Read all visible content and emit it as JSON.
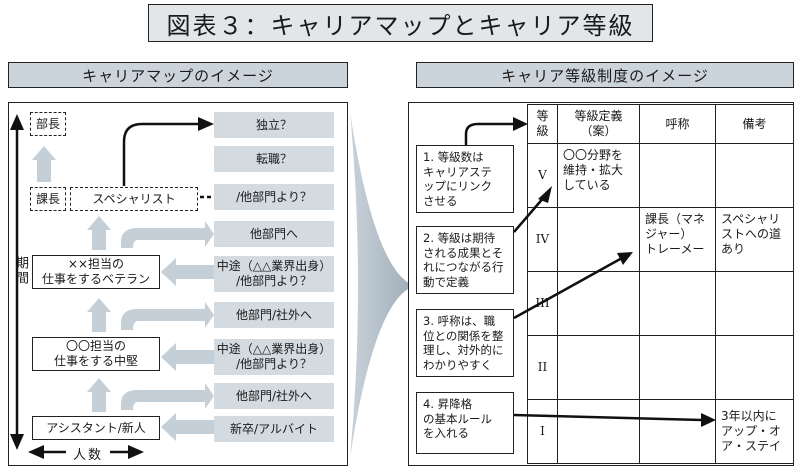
{
  "title": "図表３：キャリアマップとキャリア等級",
  "left": {
    "header": "キャリアマップのイメージ",
    "axis_period": "期間",
    "axis_people": "人数",
    "roles": [
      "部長",
      "課長",
      "スペシャリスト",
      "××担当の\n仕事をするベテラン",
      "〇〇担当の\n仕事をする中堅",
      "アシスタント/新人"
    ],
    "paths": [
      "独立？",
      "転職？",
      "/他部門より？",
      "他部門へ",
      "中途（△△業界出身）\n/他部門より？",
      "他部門/社外へ",
      "中途（△△業界出身）\n/他部門より？",
      "他部門/社外へ",
      "新卒/アルバイト"
    ]
  },
  "right": {
    "header": "キャリア等級制度のイメージ",
    "notes": [
      "1. 等級数は\nキャリアステ\nップにリンク\nさせる",
      "2. 等級は期待\nされる成果とそ\nれにつながる行\n動で定義",
      "3. 呼称は、職\n位との関係を整\n理し、対外的に\nわかりやすく",
      "4. 昇降格\nの基本ルール\nを入れる"
    ],
    "table": {
      "columns": [
        "等\n級",
        "等級定義\n（案）",
        "呼称",
        "備考"
      ],
      "levels": [
        "V",
        "IV",
        "III",
        "II",
        "I"
      ],
      "cells": {
        "v_def": "〇〇分野を\n維持・拡大\nしている",
        "iv_name": "課長（マネ\nジャー）\nトレーメー",
        "iv_note": "スペシャリ\nストへの道\nあり",
        "i_note": "3年以内に\nアップ・オ\nア・ステイ"
      }
    }
  }
}
